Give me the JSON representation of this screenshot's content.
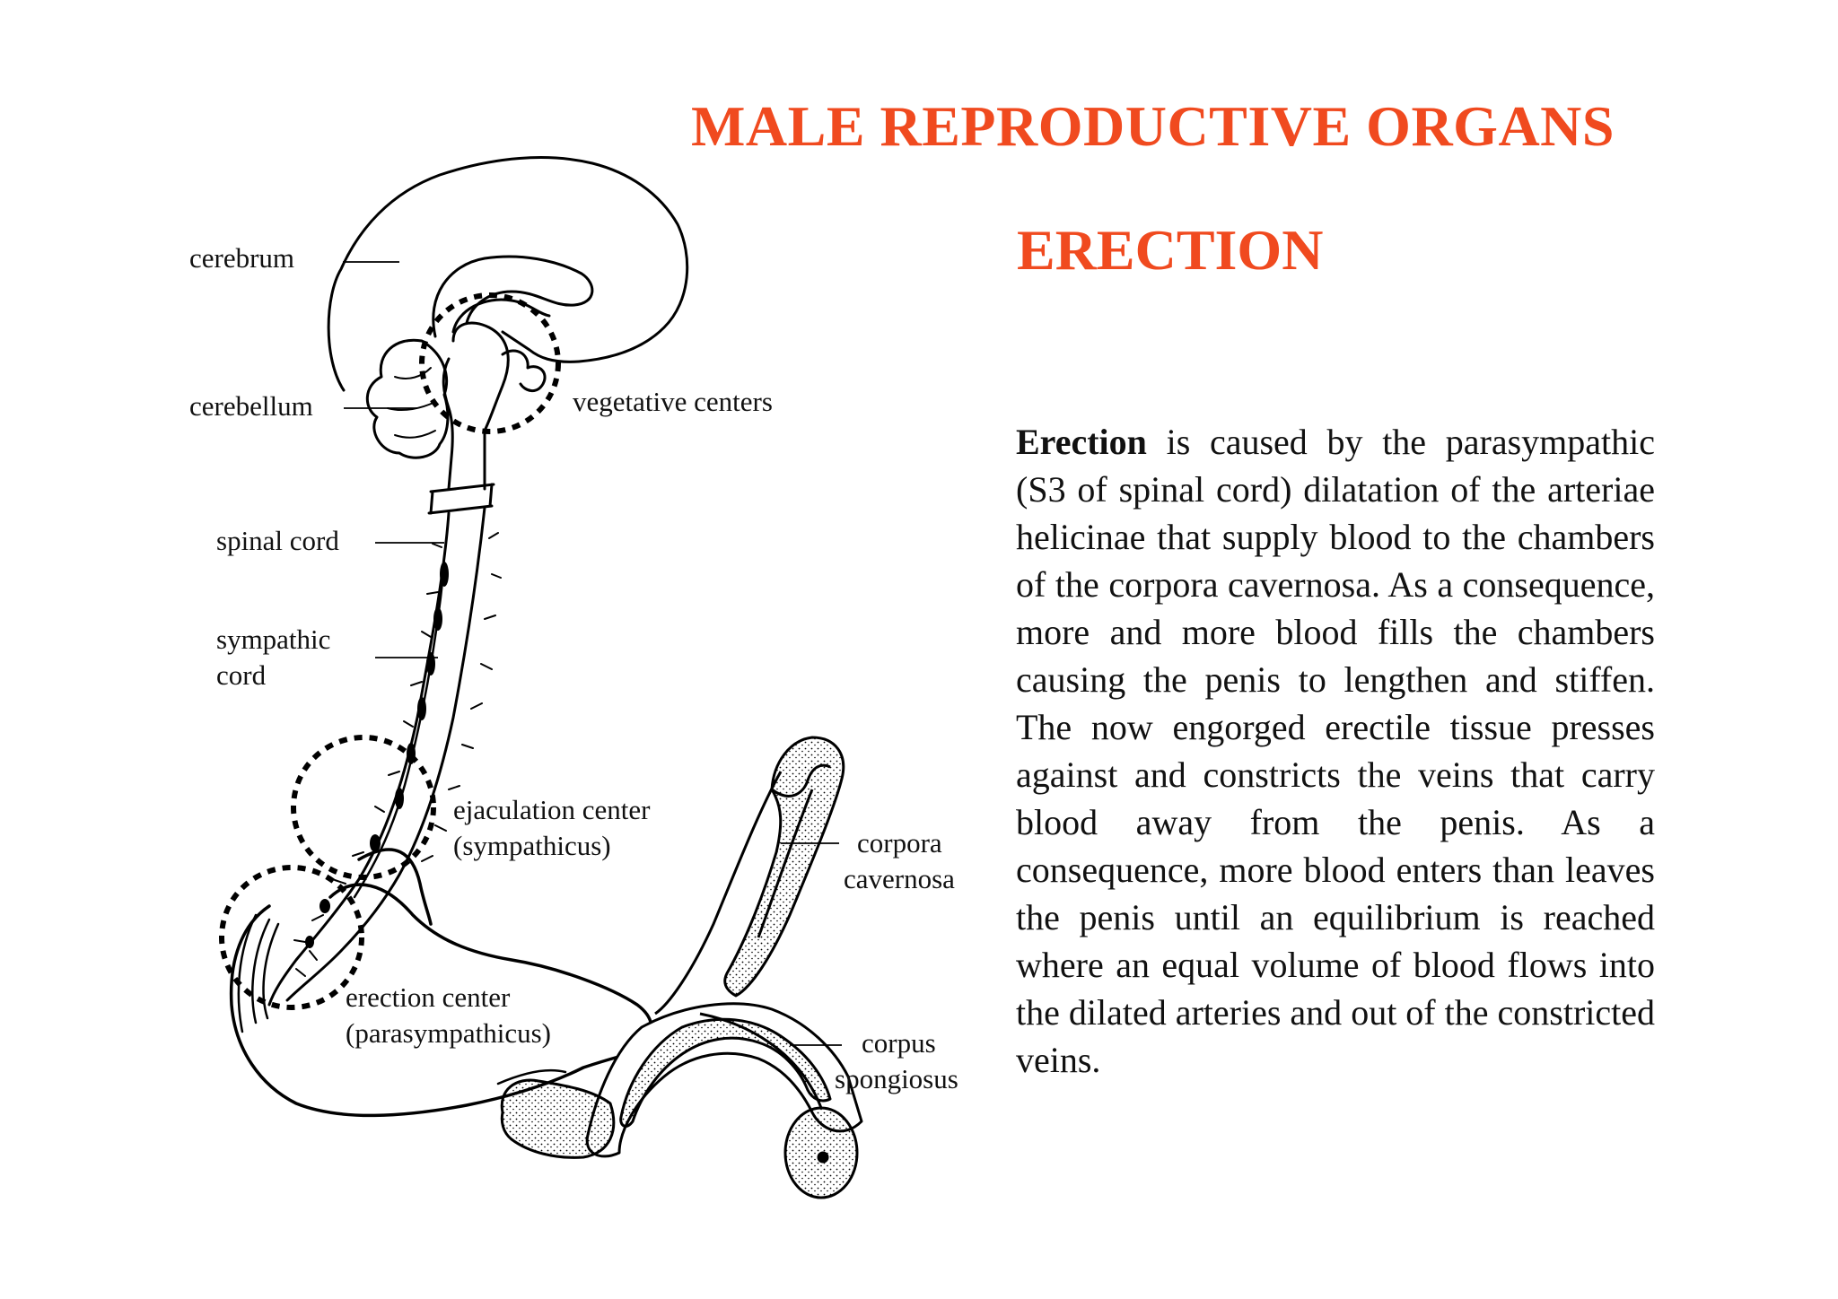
{
  "title": "MALE REPRODUCTIVE ORGANS",
  "subtitle": "ERECTION",
  "colors": {
    "title": "#f04a1f",
    "text": "#111111",
    "line": "#000000"
  },
  "paragraph": {
    "lead": "Erection",
    "rest": " is caused by the parasympathic (S3 of spinal cord) dilatation of the arteriae helicinae that supply blood to the chambers of the corpora cavernosa. As a consequence, more and more blood fills the chambers causing the penis to lengthen and stiffen. The now engorged erectile tissue presses against and constricts the veins that carry blood away from the penis. As a consequence, more blood enters than leaves the penis until an equilibrium is reached where an equal volume of blood flows into the dilated arteries and out of the constricted veins."
  },
  "labels": {
    "cerebrum": "cerebrum",
    "cerebellum": "cerebellum",
    "vegetative_centers": "vegetative centers",
    "spinal_cord": "spinal cord",
    "sympathic_cord_1": "sympathic",
    "sympathic_cord_2": "cord",
    "ejaculation_center_1": "ejaculation center",
    "ejaculation_center_2": "(sympathicus)",
    "erection_center_1": "erection center",
    "erection_center_2": "(parasympathicus)",
    "corpora_cavernosa_1": "corpora",
    "corpora_cavernosa_2": "cavernosa",
    "corpus_spongiosus_1": "corpus",
    "corpus_spongiosus_2": "spongiosus"
  }
}
